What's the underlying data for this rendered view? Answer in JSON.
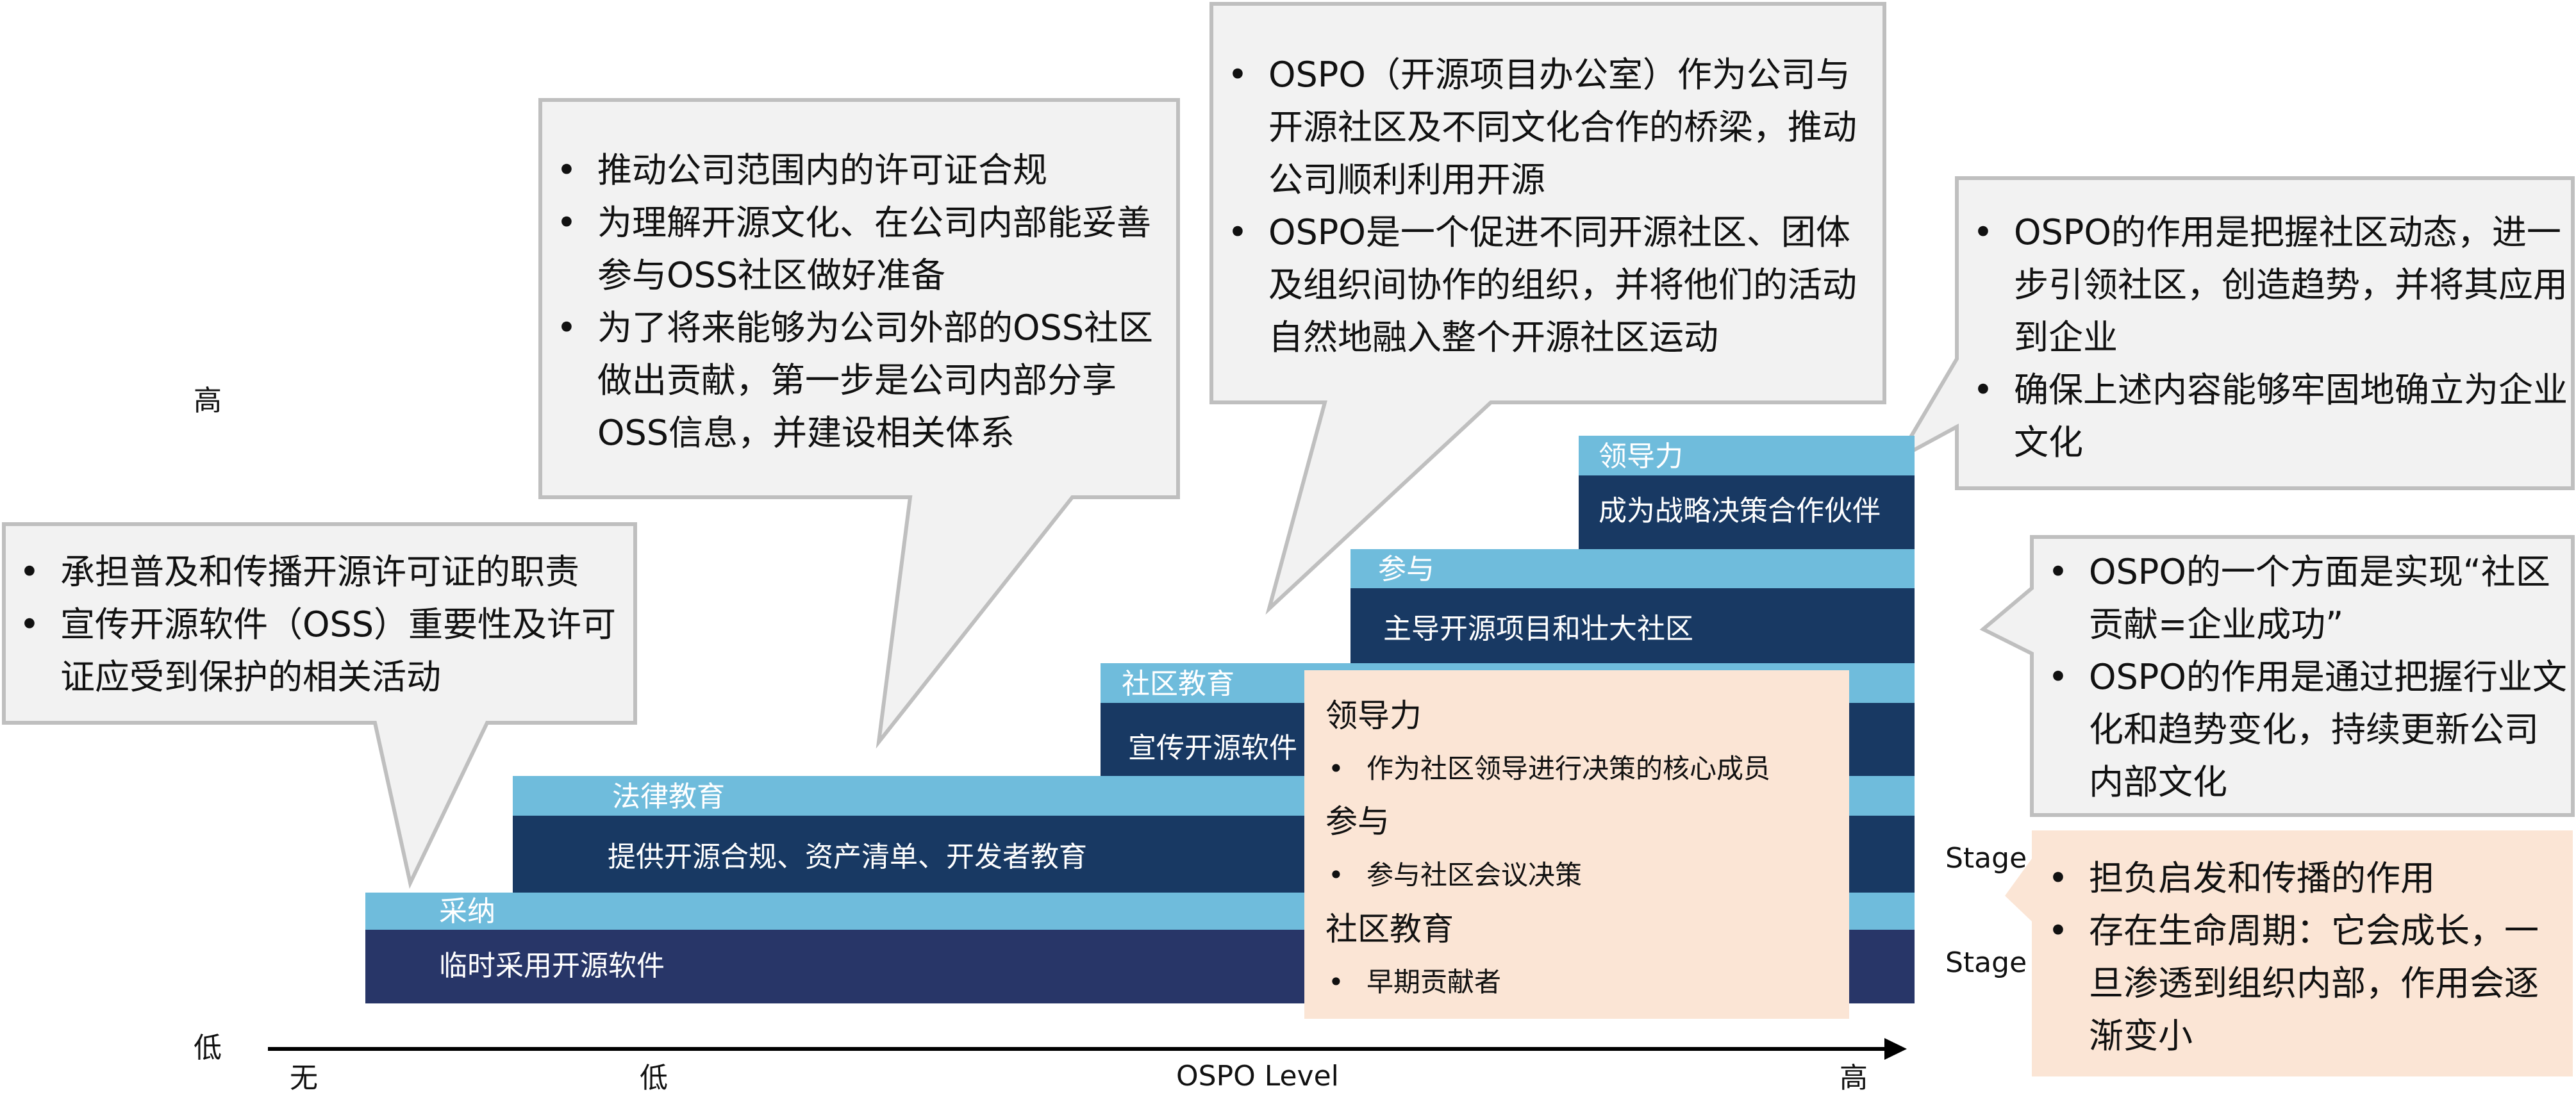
{
  "colors": {
    "step_header": "#6fbcdc",
    "step_body": "#183963",
    "step_body_base": "#283668",
    "callout_fill": "#f2f2f2",
    "callout_border": "#bfbfbf",
    "highlight_fill": "#fbe5d5"
  },
  "axis": {
    "x_title": "OSPO Level",
    "x_ticks": [
      "无",
      "低",
      "高"
    ],
    "y_high": "高",
    "y_low": "低"
  },
  "steps": [
    {
      "title": "采纳",
      "desc": "临时采用开源软件"
    },
    {
      "title": "法律教育",
      "desc": "提供开源合规、资产清单、开发者教育"
    },
    {
      "title": "社区教育",
      "desc": "宣传开源软件"
    },
    {
      "title": "参与",
      "desc": "主导开源项目和壮大社区"
    },
    {
      "title": "领导力",
      "desc": "成为战略决策合作伙伴"
    }
  ],
  "callouts": [
    {
      "items": [
        "承担普及和传播开源许可证的职责",
        "宣传开源软件（OSS）重要性及许可证应受到保护的相关活动"
      ]
    },
    {
      "items": [
        "推动公司范围内的许可证合规",
        "为理解开源文化、在公司内部能妥善参与OSS社区做好准备",
        "为了将来能够为公司外部的OSS社区做出贡献，第一步是公司内部分享OSS信息，并建设相关体系"
      ]
    },
    {
      "items": [
        "OSPO（开源项目办公室）作为公司与开源社区及不同文化合作的桥梁，推动公司顺利利用开源",
        "OSPO是一个促进不同开源社区、团体及组织间协作的组织，并将他们的活动自然地融入整个开源社区运动"
      ]
    },
    {
      "items": [
        "OSPO的作用是把握社区动态，进一步引领社区，创造趋势，并将其应用到企业",
        "确保上述内容能够牢固地确立为企业文化"
      ]
    },
    {
      "items": [
        "OSPO的一个方面是实现“社区贡献=企业成功”",
        "OSPO的作用是通过把握行业文化和趋势变化，持续更新公司内部文化"
      ]
    },
    {
      "items": [
        "担负启发和传播的作用",
        "存在生命周期：它会成长，一旦渗透到组织内部，作用会逐渐变小"
      ]
    }
  ],
  "overlay": {
    "sections": [
      {
        "heading": "领导力",
        "item": "作为社区领导进行决策的核心成员"
      },
      {
        "heading": "参与",
        "item": "参与社区会议决策"
      },
      {
        "heading": "社区教育",
        "item": "早期贡献者"
      }
    ]
  },
  "stage_labels": [
    "Stage",
    "Stage"
  ]
}
